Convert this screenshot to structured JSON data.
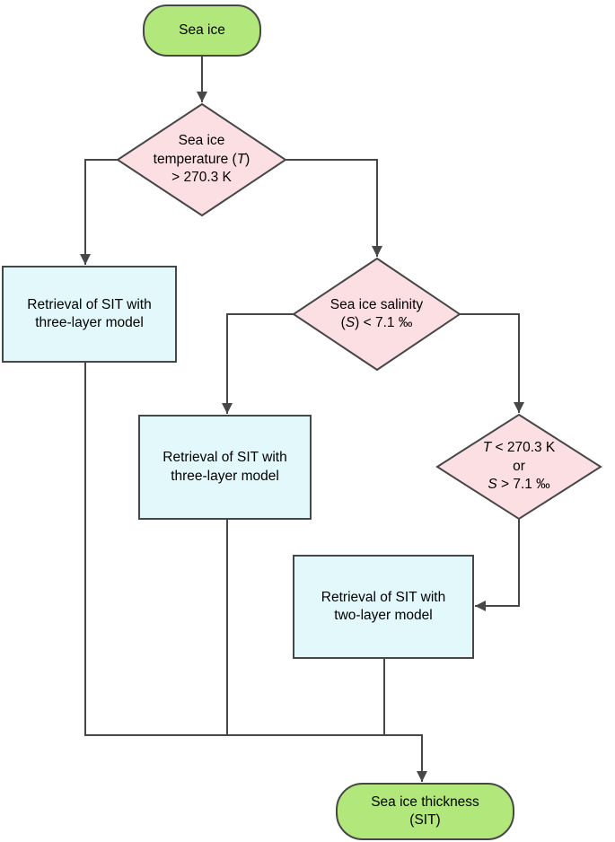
{
  "diagram": {
    "type": "flowchart",
    "colors": {
      "terminal_fill": "#b2e77b",
      "decision_fill": "#fbdfe3",
      "process_fill": "#e3f8fb",
      "stroke": "#474747",
      "text": "#000000"
    },
    "nodes": {
      "start": {
        "label": "Sea ice"
      },
      "decision_temperature": {
        "line1": "Sea ice",
        "line2_pre": "temperature (",
        "line2_var": "T",
        "line2_post": ")",
        "line3": "> 270.3 K"
      },
      "process_three_layer_left": {
        "line1": "Retrieval of SIT with",
        "line2": "three-layer model"
      },
      "decision_salinity": {
        "line1": "Sea ice salinity",
        "line2_pre": "(",
        "line2_var": "S",
        "line2_post": ") < 7.1 ‰"
      },
      "process_three_layer_mid": {
        "line1": "Retrieval of SIT with",
        "line2": "three-layer model"
      },
      "decision_t_or_s": {
        "line1_var": "T",
        "line1_post": " < 270.3 K",
        "line2": "or",
        "line3_var": "S",
        "line3_post": " > 7.1 ‰"
      },
      "process_two_layer": {
        "line1": "Retrieval of SIT with",
        "line2": "two-layer model"
      },
      "end": {
        "line1": "Sea ice thickness",
        "line2": "(SIT)"
      }
    }
  }
}
